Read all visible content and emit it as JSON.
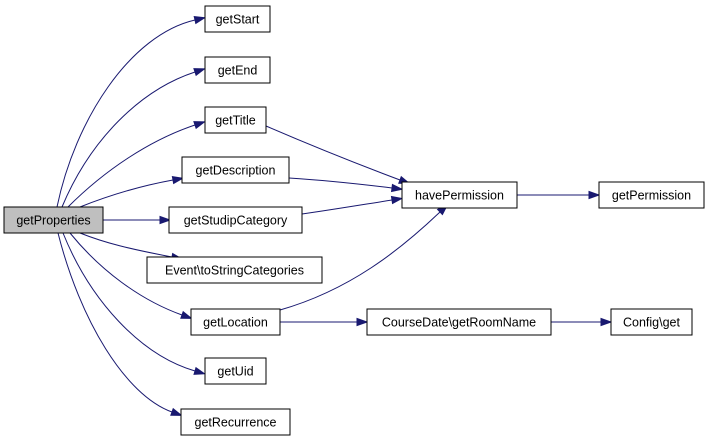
{
  "graph": {
    "colors": {
      "edge": "#191970",
      "root_fill": "#bfbfbf",
      "node_fill": "#ffffff",
      "node_stroke": "#000000"
    },
    "nodes": [
      {
        "id": "getProperties",
        "label": "getProperties"
      },
      {
        "id": "getStart",
        "label": "getStart"
      },
      {
        "id": "getEnd",
        "label": "getEnd"
      },
      {
        "id": "getTitle",
        "label": "getTitle"
      },
      {
        "id": "getDescription",
        "label": "getDescription"
      },
      {
        "id": "getStudipCategory",
        "label": "getStudipCategory"
      },
      {
        "id": "toStringCategories",
        "label": "Event\\toStringCategories"
      },
      {
        "id": "getLocation",
        "label": "getLocation"
      },
      {
        "id": "getUid",
        "label": "getUid"
      },
      {
        "id": "getRecurrence",
        "label": "getRecurrence"
      },
      {
        "id": "havePermission",
        "label": "havePermission"
      },
      {
        "id": "getPermission",
        "label": "getPermission"
      },
      {
        "id": "getRoomName",
        "label": "CourseDate\\getRoomName"
      },
      {
        "id": "configGet",
        "label": "Config\\get"
      }
    ],
    "edges": [
      {
        "from": "getProperties",
        "to": "getStart"
      },
      {
        "from": "getProperties",
        "to": "getEnd"
      },
      {
        "from": "getProperties",
        "to": "getTitle"
      },
      {
        "from": "getProperties",
        "to": "getDescription"
      },
      {
        "from": "getProperties",
        "to": "getStudipCategory"
      },
      {
        "from": "getProperties",
        "to": "toStringCategories"
      },
      {
        "from": "getProperties",
        "to": "getLocation"
      },
      {
        "from": "getProperties",
        "to": "getUid"
      },
      {
        "from": "getProperties",
        "to": "getRecurrence"
      },
      {
        "from": "getTitle",
        "to": "havePermission"
      },
      {
        "from": "getDescription",
        "to": "havePermission"
      },
      {
        "from": "getStudipCategory",
        "to": "havePermission"
      },
      {
        "from": "getLocation",
        "to": "havePermission"
      },
      {
        "from": "getLocation",
        "to": "getRoomName"
      },
      {
        "from": "havePermission",
        "to": "getPermission"
      },
      {
        "from": "getRoomName",
        "to": "configGet"
      }
    ]
  }
}
